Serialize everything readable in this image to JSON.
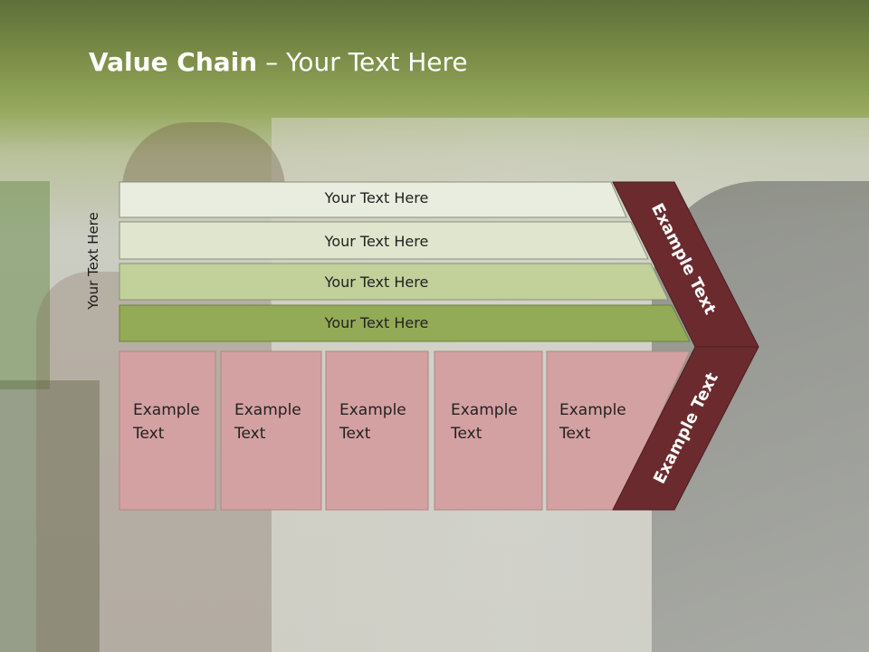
{
  "title": {
    "bold": "Value Chain",
    "rest": " – Your Text Here"
  },
  "side_label": "Your Text Here",
  "rows": [
    {
      "label": "Your Text Here",
      "fill": "#e9eddf"
    },
    {
      "label": "Your Text Here",
      "fill": "#dfe6cd"
    },
    {
      "label": "Your Text Here",
      "fill": "#c2d09a"
    },
    {
      "label": "Your Text Here",
      "fill": "#93ab57"
    }
  ],
  "cells": [
    {
      "line1": "Example",
      "line2": "Text"
    },
    {
      "line1": "Example",
      "line2": "Text"
    },
    {
      "line1": "Example",
      "line2": "Text"
    },
    {
      "line1": "Example",
      "line2": "Text"
    },
    {
      "line1": "Example",
      "line2": "Text"
    }
  ],
  "chevron_top": "Example Text",
  "chevron_bottom": "Example Text",
  "colors": {
    "cell": "#d4a1a2",
    "chevron": "#6b2b2e"
  }
}
